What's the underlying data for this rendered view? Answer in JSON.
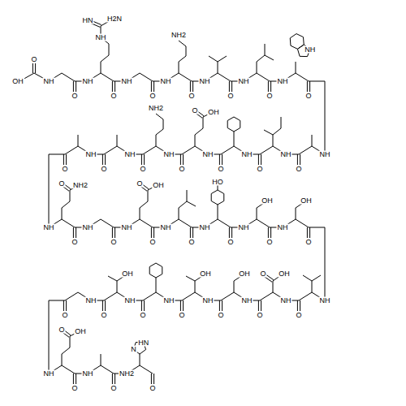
{
  "diagram": {
    "labels": [
      "NH",
      "O",
      "OH",
      "O",
      "NH",
      "O",
      "NH",
      "HN",
      "H2N",
      "NH",
      "O",
      "NH",
      "O",
      "NH2",
      "NH",
      "O",
      "NH",
      "O",
      "NH",
      "O",
      "NH",
      "NH",
      "O",
      "NH",
      "O",
      "NH",
      "O",
      "NH",
      "O",
      "O",
      "OH",
      "NH",
      "O",
      "NH2",
      "NH",
      "O",
      "NH",
      "O",
      "NH",
      "O",
      "O",
      "NH2",
      "NH",
      "O",
      "NH",
      "O",
      "O",
      "OH",
      "NH",
      "O",
      "NH",
      "O",
      "HO",
      "NH",
      "O",
      "OH",
      "NH",
      "O",
      "OH",
      "NH",
      "O",
      "NH",
      "O",
      "O",
      "OH",
      "NH",
      "O",
      "OH",
      "NH",
      "O",
      "OH",
      "NH",
      "O",
      "NH",
      "O",
      "OH",
      "NH",
      "O",
      "NH",
      "O",
      "O",
      "OH",
      "NH",
      "O",
      "NH2",
      "O",
      "N",
      "HN"
    ]
  }
}
